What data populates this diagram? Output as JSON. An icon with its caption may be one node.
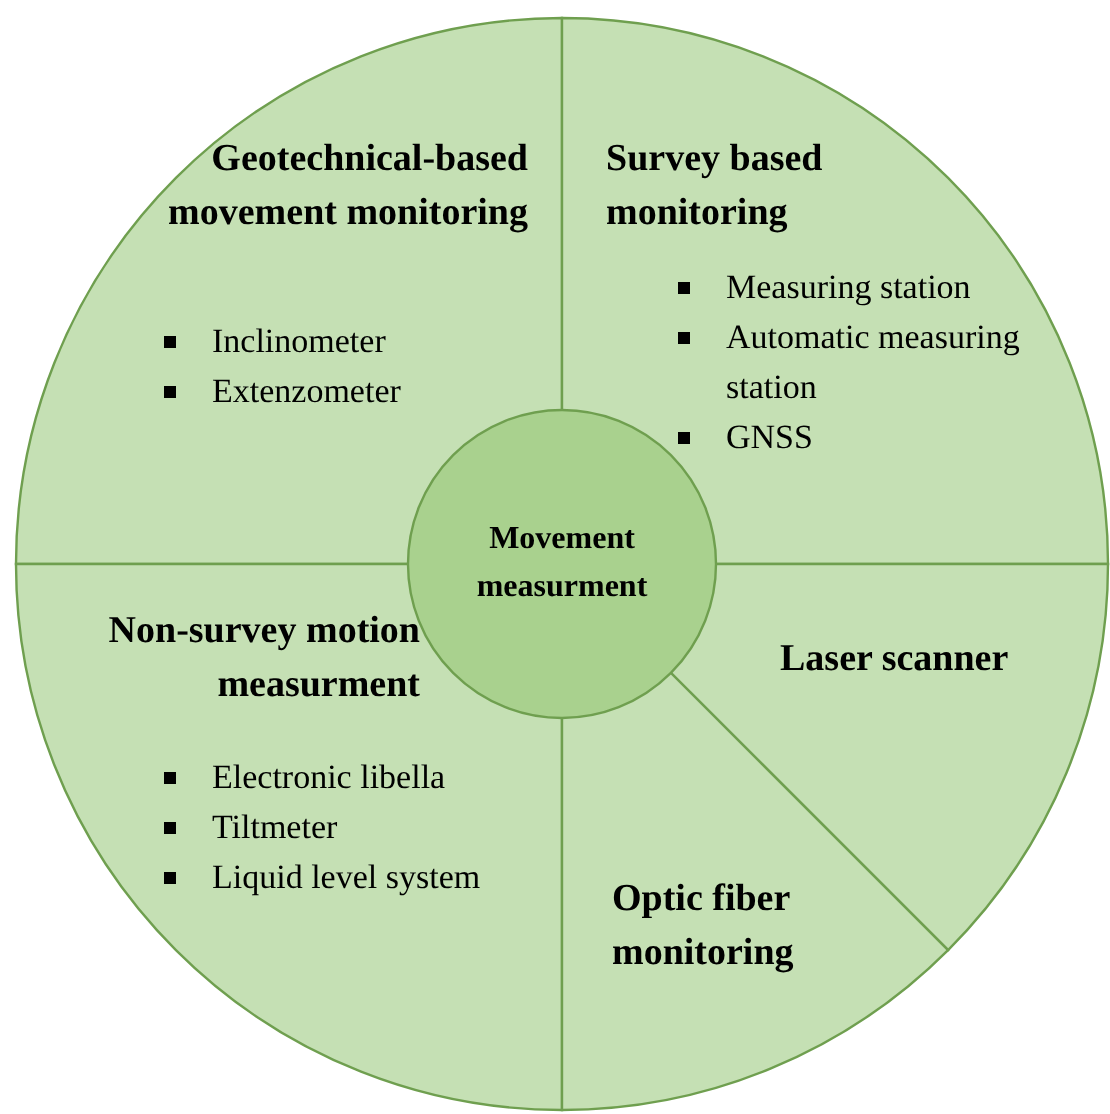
{
  "diagram": {
    "nodes": [
      {
        "text": [
          "Geotechnical-based movement monitoring",
          "Inclinometer",
          "Extenzometer"
        ]
      },
      {
        "text": [
          "Survey based monitoring",
          "Measuring station",
          "Automatic measuring station",
          "GNSS"
        ]
      },
      {
        "text": [
          "Movement measurment"
        ]
      },
      {
        "text": [
          "Non-survey motion measurment",
          "Electronic libella",
          "Tiltmeter",
          "Liquid level system"
        ]
      },
      {
        "text": [
          "Laser scanner"
        ]
      },
      {
        "text": [
          "Optic fiber monitoring"
        ]
      }
    ]
  }
}
